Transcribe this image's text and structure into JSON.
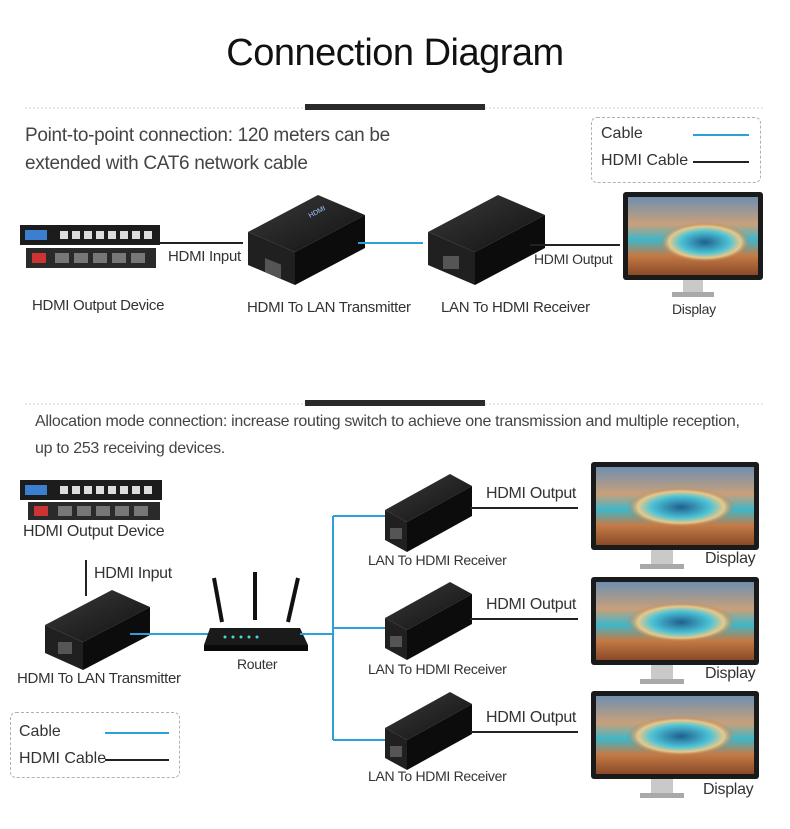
{
  "title": "Connection Diagram",
  "section1": {
    "description_line1": "Point-to-point connection: 120 meters can be",
    "description_line2": "extended with CAT6 network cable",
    "legend": {
      "cable_label": "Cable",
      "hdmi_cable_label": "HDMI Cable"
    },
    "labels": {
      "hdmi_input": "HDMI Input",
      "hdmi_output": "HDMI Output",
      "output_device": "HDMI Output Device",
      "transmitter": "HDMI To LAN Transmitter",
      "receiver": "LAN To HDMI Receiver",
      "display": "Display"
    }
  },
  "section2": {
    "description_line1": "Allocation mode connection: increase routing switch to achieve one transmission and multiple reception,",
    "description_line2": "up to 253 receiving devices.",
    "labels": {
      "output_device": "HDMI Output Device",
      "hdmi_input": "HDMI Input",
      "transmitter": "HDMI To LAN Transmitter",
      "router": "Router",
      "receiver_1": "LAN To HDMI Receiver",
      "receiver_2": "LAN To HDMI Receiver",
      "receiver_3": "LAN To HDMI Receiver",
      "hdmi_output_1": "HDMI Output",
      "hdmi_output_2": "HDMI Output",
      "hdmi_output_3": "HDMI Output",
      "display_1": "Display",
      "display_2": "Display",
      "display_3": "Display"
    },
    "legend": {
      "cable_label": "Cable",
      "hdmi_cable_label": "HDMI Cable"
    }
  },
  "device_marking": "HDMI",
  "colors": {
    "cable": "#2f9fd8",
    "hdmi_cable": "#222222",
    "divider": "#2a2a2a"
  }
}
